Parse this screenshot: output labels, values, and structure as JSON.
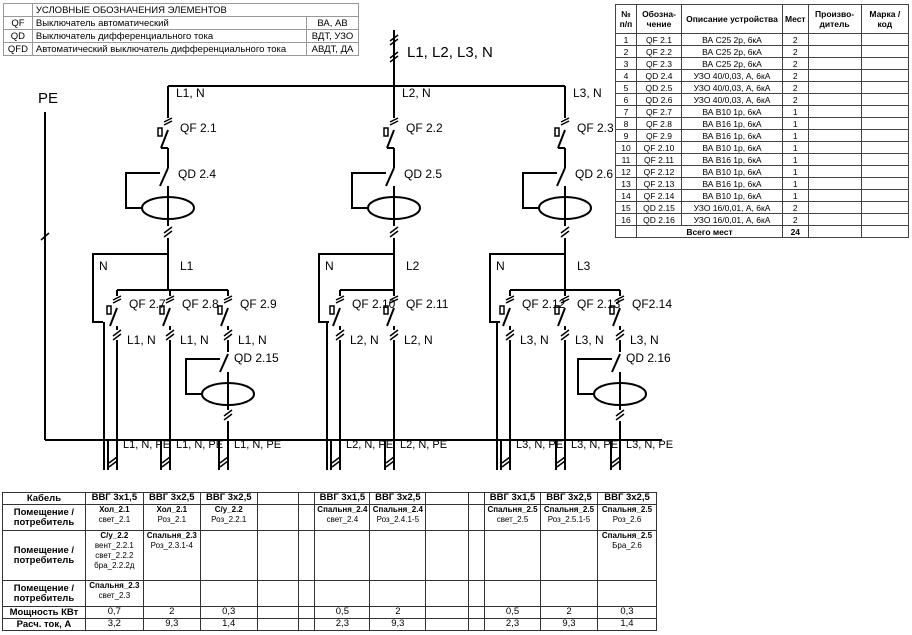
{
  "legend": {
    "title": "УСЛОВНЫЕ ОБОЗНАЧЕНИЯ ЭЛЕМЕНТОВ",
    "rows": [
      {
        "code": "QF",
        "desc": "Выключатель автоматический",
        "abbr": "ВА, АВ"
      },
      {
        "code": "QD",
        "desc": "Выключатель дифференциального тока",
        "abbr": "ВДТ, УЗО"
      },
      {
        "code": "QFD",
        "desc": "Автоматический выключатель дифференциального тока",
        "abbr": "АВДТ, ДА"
      }
    ]
  },
  "spec": {
    "headers": [
      "№ п/п",
      "Обозна-чение",
      "Описание устройства",
      "Мест",
      "Произво-дитель",
      "Марка / код"
    ],
    "rows": [
      [
        "1",
        "QF 2.1",
        "ВА С25 2р, 6кА",
        "2"
      ],
      [
        "2",
        "QF 2.2",
        "ВА С25 2р, 6кА",
        "2"
      ],
      [
        "3",
        "QF 2.3",
        "ВА С25 2р, 6кА",
        "2"
      ],
      [
        "4",
        "QD 2.4",
        "УЗО 40/0,03, А, 6кА",
        "2"
      ],
      [
        "5",
        "QD 2.5",
        "УЗО 40/0,03, А, 6кА",
        "2"
      ],
      [
        "6",
        "QD 2.6",
        "УЗО 40/0,03, А, 6кА",
        "2"
      ],
      [
        "7",
        "QF 2.7",
        "ВА В10 1р, 6кА",
        "1"
      ],
      [
        "8",
        "QF 2.8",
        "ВА В16 1р, 6кА",
        "1"
      ],
      [
        "9",
        "QF 2.9",
        "ВА В16 1р, 6кА",
        "1"
      ],
      [
        "10",
        "QF 2.10",
        "ВА В10 1р, 6кА",
        "1"
      ],
      [
        "11",
        "QF 2.11",
        "ВА В16 1р, 6кА",
        "1"
      ],
      [
        "12",
        "QF 2.12",
        "ВА В10 1р, 6кА",
        "1"
      ],
      [
        "13",
        "QF 2.13",
        "ВА В16 1р, 6кА",
        "1"
      ],
      [
        "14",
        "QF 2.14",
        "ВА В10 1р, 6кА",
        "1"
      ],
      [
        "15",
        "QD 2.15",
        "УЗО 16/0,01, А, 6кА",
        "2"
      ],
      [
        "16",
        "QD 2.16",
        "УЗО 16/0,01, А, 6кА",
        "2"
      ]
    ],
    "total_label": "Всего мест",
    "total_value": "24"
  },
  "diagram": {
    "main_bus": "L1, L2, L3, N",
    "pe": "PE",
    "branches": [
      {
        "phase": "L1, N",
        "qf": "QF 2.1",
        "qd": "QD 2.4",
        "bus": "L1",
        "n": "N",
        "subs": [
          {
            "qf": "QF 2.7",
            "out": "L1, N"
          },
          {
            "qf": "QF 2.8",
            "out": "L1, N"
          },
          {
            "qf": "QF 2.9",
            "out": "L1, N"
          }
        ],
        "rcd": "QD 2.15",
        "outputs": [
          "L1, N, PE",
          "L1, N, PE",
          "L1, N, PE"
        ]
      },
      {
        "phase": "L2, N",
        "qf": "QF 2.2",
        "qd": "QD 2.5",
        "bus": "L2",
        "n": "N",
        "subs": [
          {
            "qf": "QF 2.10",
            "out": "L2, N"
          },
          {
            "qf": "QF 2.11",
            "out": "L2, N"
          }
        ],
        "outputs": [
          "L2, N, PE",
          "L2, N, PE"
        ]
      },
      {
        "phase": "L3, N",
        "qf": "QF 2.3",
        "qd": "QD 2.6",
        "bus": "L3",
        "n": "N",
        "subs": [
          {
            "qf": "QF 2.12",
            "out": "L3, N"
          },
          {
            "qf": "QF 2.13",
            "out": "L3, N"
          },
          {
            "qf": "QF2.14",
            "out": "L3, N"
          }
        ],
        "rcd": "QD 2.16",
        "outputs": [
          "L3, N, PE",
          "L3, N, PE",
          "L3, N, PE"
        ]
      }
    ]
  },
  "bottom": {
    "row_labels": [
      "Кабель",
      "Помещение / потребитель",
      "Помещение / потребитель",
      "Помещение / потребитель",
      "Мощность КВт",
      "Расч. ток, А"
    ],
    "cables": [
      "ВВГ 3х1,5",
      "ВВГ 3х2,5",
      "ВВГ 3х2,5",
      "",
      "",
      "ВВГ 3х1,5",
      "ВВГ 3х2,5",
      "",
      "",
      "ВВГ 3х1,5",
      "ВВГ 3х2,5",
      "ВВГ 3х2,5"
    ],
    "consumers1": [
      {
        "room": "Хол_2.1",
        "load": "свет_2.1"
      },
      {
        "room": "Хол_2.1",
        "load": "Роз_2.1"
      },
      {
        "room": "С/у_2.2",
        "load": "Роз_2.2.1"
      },
      {
        "room": "",
        "load": ""
      },
      {
        "room": "",
        "load": ""
      },
      {
        "room": "Спальня_2.4",
        "load": "свет_2.4"
      },
      {
        "room": "Спальня_2.4",
        "load": "Роз_2.4.1-5"
      },
      {
        "room": "",
        "load": ""
      },
      {
        "room": "",
        "load": ""
      },
      {
        "room": "Спальня_2.5",
        "load": "свет_2.5"
      },
      {
        "room": "Спальня_2.5",
        "load": "Роз_2.5.1-5"
      },
      {
        "room": "Спальня_2.5",
        "load": "Роз_2.6"
      }
    ],
    "consumers2": [
      {
        "room": "С/у_2.2",
        "lines": [
          "вент_2.2.1",
          "свет_2.2.2",
          "бра_2.2.2д"
        ]
      },
      {
        "room": "Спальня_2.3",
        "lines": [
          "Роз_2.3.1-4"
        ]
      },
      {
        "room": "",
        "lines": []
      },
      {
        "room": "",
        "lines": []
      },
      {
        "room": "",
        "lines": []
      },
      {
        "room": "",
        "lines": []
      },
      {
        "room": "",
        "lines": []
      },
      {
        "room": "",
        "lines": []
      },
      {
        "room": "",
        "lines": []
      },
      {
        "room": "",
        "lines": []
      },
      {
        "room": "",
        "lines": []
      },
      {
        "room": "Спальня_2.5",
        "lines": [
          "Бра_2.6"
        ]
      }
    ],
    "consumers3": [
      {
        "room": "Спальня_2.3",
        "load": "свет_2.3"
      }
    ],
    "power": [
      "0,7",
      "2",
      "0,3",
      "",
      "",
      "0,5",
      "2",
      "",
      "",
      "0,5",
      "2",
      "0,3"
    ],
    "current": [
      "3,2",
      "9,3",
      "1,4",
      "",
      "",
      "2,3",
      "9,3",
      "",
      "",
      "2,3",
      "9,3",
      "1,4"
    ]
  }
}
